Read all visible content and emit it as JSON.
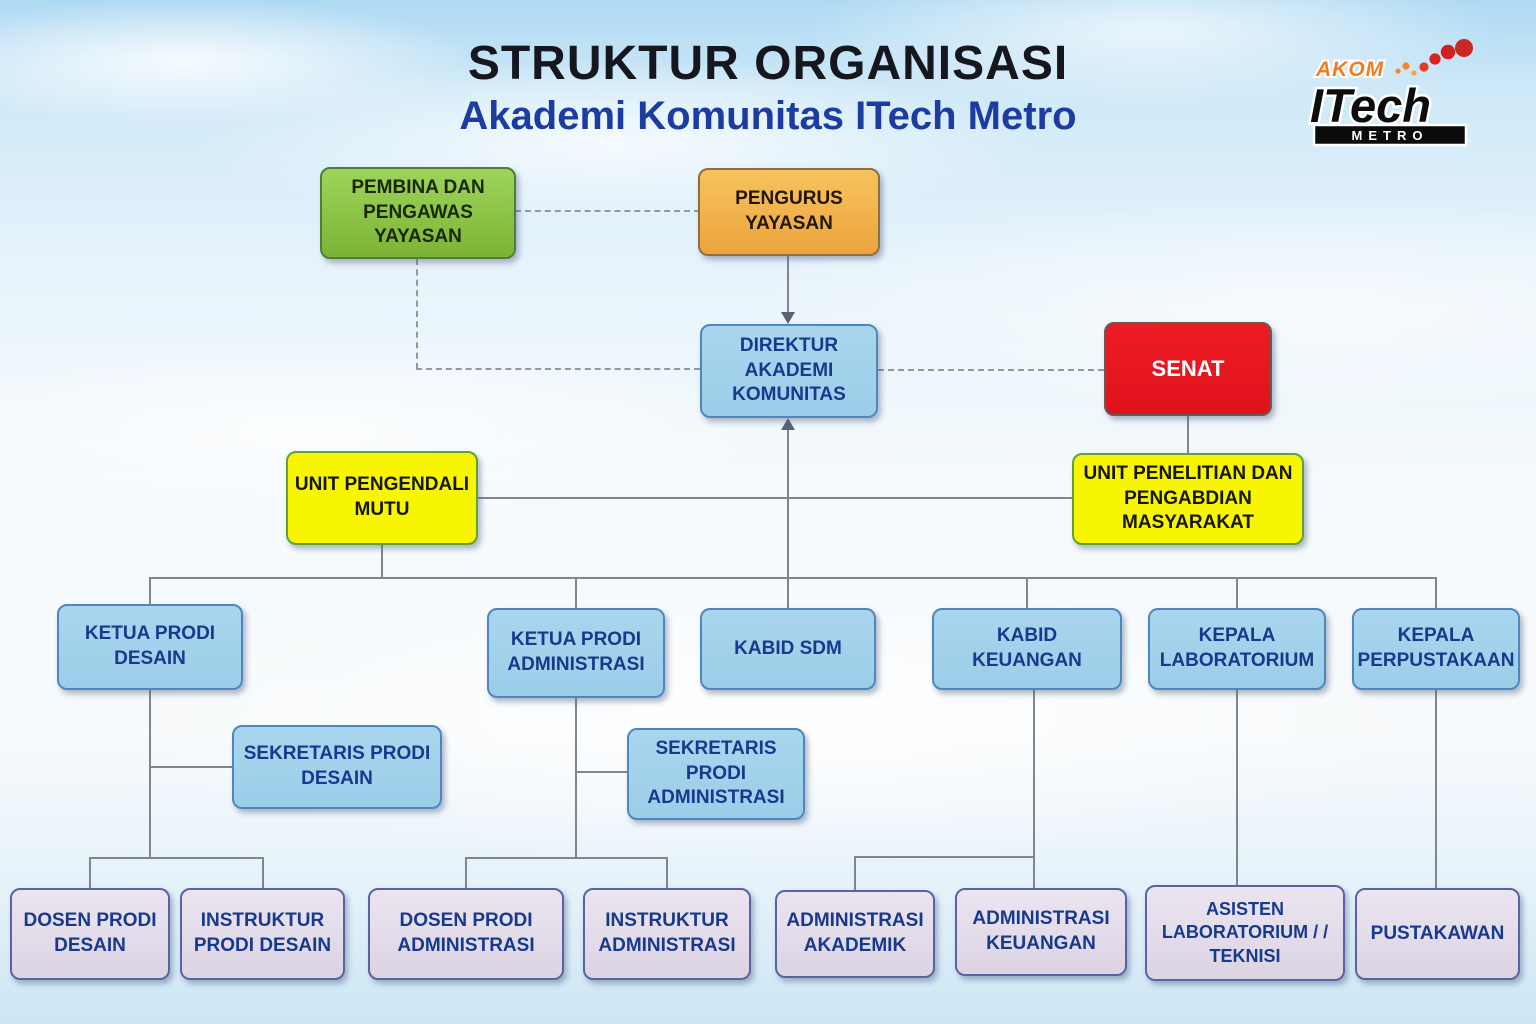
{
  "title": {
    "main": "STRUKTUR ORGANISASI",
    "subtitle": "Akademi Komunitas ITech Metro"
  },
  "logo": {
    "top_text": "AKOM",
    "middle_text": "ITech",
    "bottom_text": "METRO"
  },
  "colors": {
    "title": "#16161f",
    "subtitle": "#1c3ca0",
    "green_box": "#8cc63f",
    "orange_box": "#f0ad4c",
    "blue_box": "#a9d6ee",
    "red_box": "#ec1c24",
    "yellow_box": "#f8f500",
    "purple_box": "#e3dbe9",
    "navy_text": "#173a8c",
    "solid_line": "#83858e",
    "dashed_line": "#9496a2"
  },
  "nodes": {
    "pembina": "PEMBINA DAN PENGAWAS YAYASAN",
    "pengurus": "PENGURUS YAYASAN",
    "direktur": "DIREKTUR AKADEMI KOMUNITAS",
    "senat": "SENAT",
    "upm": "UNIT PENGENDALI MUTU",
    "uppm": "UNIT PENELITIAN DAN PENGABDIAN MASYARAKAT",
    "ketua_desain": "KETUA PRODI DESAIN",
    "ketua_admin": "KETUA PRODI ADMINISTRASI",
    "kabid_sdm": "KABID SDM",
    "kabid_keuangan": "KABID KEUANGAN",
    "kepala_lab": "KEPALA LABORATORIUM",
    "kepala_perpus": "KEPALA PERPUSTAKAAN",
    "sek_desain": "SEKRETARIS PRODI DESAIN",
    "sek_admin": "SEKRETARIS PRODI ADMINISTRASI",
    "dosen_desain": "DOSEN PRODI DESAIN",
    "instruktur_desain": "INSTRUKTUR PRODI DESAIN",
    "dosen_admin": "DOSEN PRODI ADMINISTRASI",
    "instruktur_admin": "INSTRUKTUR ADMINISTRASI",
    "adm_akademik": "ADMINISTRASI AKADEMIK",
    "adm_keuangan": "ADMINISTRASI KEUANGAN",
    "asisten_lab": "ASISTEN LABORATORIUM / / TEKNISI",
    "pustakawan": "PUSTAKAWAN"
  },
  "edges": [
    {
      "from": "pembina",
      "to": "pengurus",
      "style": "dashed"
    },
    {
      "from": "pembina",
      "to": "direktur",
      "style": "dashed"
    },
    {
      "from": "pengurus",
      "to": "direktur",
      "style": "solid-arrow-down"
    },
    {
      "from": "direktur",
      "to": "senat",
      "style": "dashed"
    },
    {
      "from": "senat",
      "to": "uppm",
      "style": "solid"
    },
    {
      "from": "upm",
      "to": "uppm",
      "style": "solid"
    },
    {
      "from": "direktur",
      "to": "row2-bus",
      "style": "solid-arrow-up-into-direktur"
    },
    {
      "from": "upm",
      "to": "row2-bus",
      "style": "solid"
    },
    {
      "from": "row2-bus",
      "to": "ketua_desain",
      "style": "solid"
    },
    {
      "from": "row2-bus",
      "to": "ketua_admin",
      "style": "solid"
    },
    {
      "from": "row2-bus",
      "to": "kabid_sdm",
      "style": "solid"
    },
    {
      "from": "row2-bus",
      "to": "kabid_keuangan",
      "style": "solid"
    },
    {
      "from": "row2-bus",
      "to": "kepala_lab",
      "style": "solid"
    },
    {
      "from": "row2-bus",
      "to": "kepala_perpus",
      "style": "solid"
    },
    {
      "from": "ketua_desain",
      "to": "sek_desain",
      "style": "solid"
    },
    {
      "from": "ketua_desain",
      "to": "dosen_desain",
      "style": "solid"
    },
    {
      "from": "ketua_desain",
      "to": "instruktur_desain",
      "style": "solid"
    },
    {
      "from": "ketua_admin",
      "to": "sek_admin",
      "style": "solid"
    },
    {
      "from": "ketua_admin",
      "to": "dosen_admin",
      "style": "solid"
    },
    {
      "from": "ketua_admin",
      "to": "instruktur_admin",
      "style": "solid"
    },
    {
      "from": "kabid_keuangan",
      "to": "adm_akademik",
      "style": "solid"
    },
    {
      "from": "kabid_keuangan",
      "to": "adm_keuangan",
      "style": "solid"
    },
    {
      "from": "kepala_lab",
      "to": "asisten_lab",
      "style": "solid"
    },
    {
      "from": "kepala_perpus",
      "to": "pustakawan",
      "style": "solid"
    }
  ]
}
